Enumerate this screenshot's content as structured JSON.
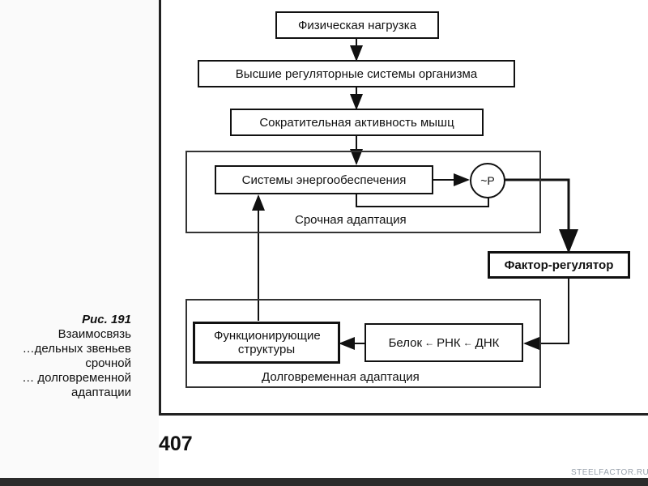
{
  "diagram": {
    "nodes": {
      "load": "Физическая нагрузка",
      "regulatory": "Высшие регуляторные системы организма",
      "contractile": "Сократительная активность мышц",
      "energy": "Системы энергообеспечения",
      "p_node": "~Р",
      "factor": "Фактор-регулятор",
      "chain": {
        "protein": "Белок",
        "rna": "РНК",
        "dna": "ДНК"
      },
      "functional": "Функционирующие структуры"
    },
    "regions": {
      "urgent": "Срочная адаптация",
      "longterm": "Долговременная адаптация"
    },
    "arrow_glyph": "←"
  },
  "caption": {
    "figure": "Рис. 191",
    "lines": [
      "Взаимосвязь",
      "…дельных звеньев",
      "срочной",
      "… долговременной",
      "адаптации"
    ]
  },
  "page_number": "407",
  "watermark": "STEELFACTOR.RU"
}
